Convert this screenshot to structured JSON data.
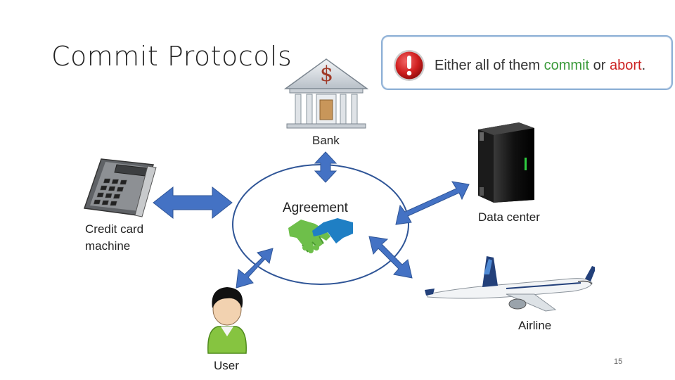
{
  "slide": {
    "title": "Commit Protocols",
    "page_number": "15"
  },
  "callout": {
    "text_before": "Either all of them ",
    "commit_word": "commit",
    "text_middle": " or ",
    "abort_word": "abort",
    "text_after": ".",
    "icon": "exclamation-icon"
  },
  "center": {
    "label": "Agreement",
    "icon": "handshake-icon"
  },
  "participants": {
    "bank": {
      "label": "Bank",
      "icon": "bank-icon",
      "symbol": "$"
    },
    "credit_card": {
      "label_line1": "Credit card",
      "label_line2": "machine",
      "icon": "credit-card-machine-icon"
    },
    "data_center": {
      "label": "Data center",
      "icon": "server-icon"
    },
    "user": {
      "label": "User",
      "icon": "user-icon"
    },
    "airline": {
      "label": "Airline",
      "icon": "airplane-icon"
    }
  },
  "colors": {
    "arrow": "#4472c4",
    "ellipse": "#2f5597",
    "commit": "#3a9a3a",
    "abort": "#cc2222"
  }
}
